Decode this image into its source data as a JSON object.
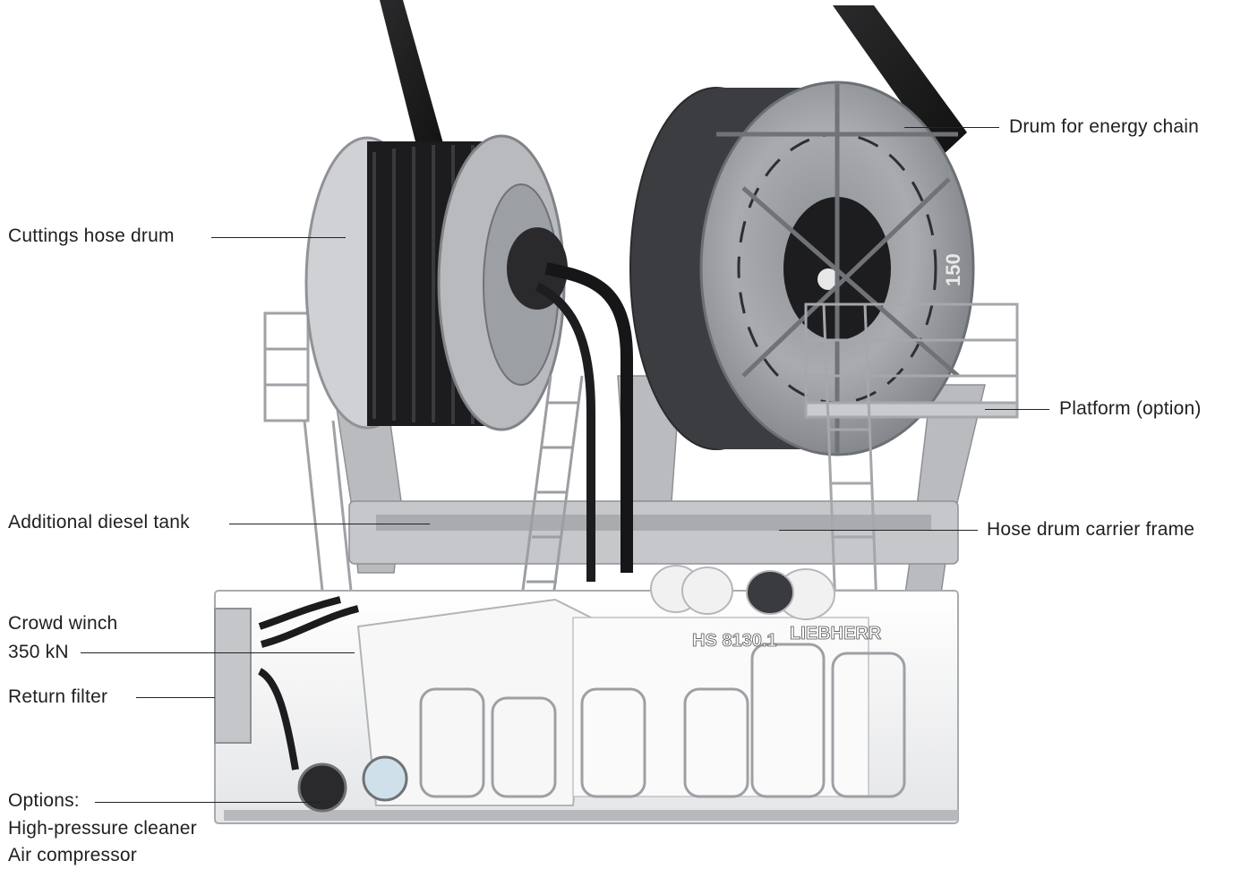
{
  "labels": {
    "cuttings_hose_drum": "Cuttings hose drum",
    "additional_diesel_tank": "Additional diesel tank",
    "crowd_winch_line1": "Crowd winch",
    "crowd_winch_line2": "350 kN",
    "return_filter": "Return filter",
    "options_line1": "Options:",
    "options_line2": "High-pressure cleaner",
    "options_line3": "Air compressor",
    "drum_energy_chain": "Drum for energy chain",
    "platform_option": "Platform (option)",
    "hose_drum_carrier_frame": "Hose drum carrier frame"
  },
  "machine_marking": {
    "model": "HS 8130.1",
    "brand": "LIEBHERR",
    "drum_number": "150"
  },
  "colors": {
    "steel_light": "#d9dadc",
    "steel_mid": "#a7a9ad",
    "steel_dark": "#6f7276",
    "hose_black": "#1c1c1e",
    "body_white": "#f4f4f4",
    "text": "#1f1f1f"
  }
}
